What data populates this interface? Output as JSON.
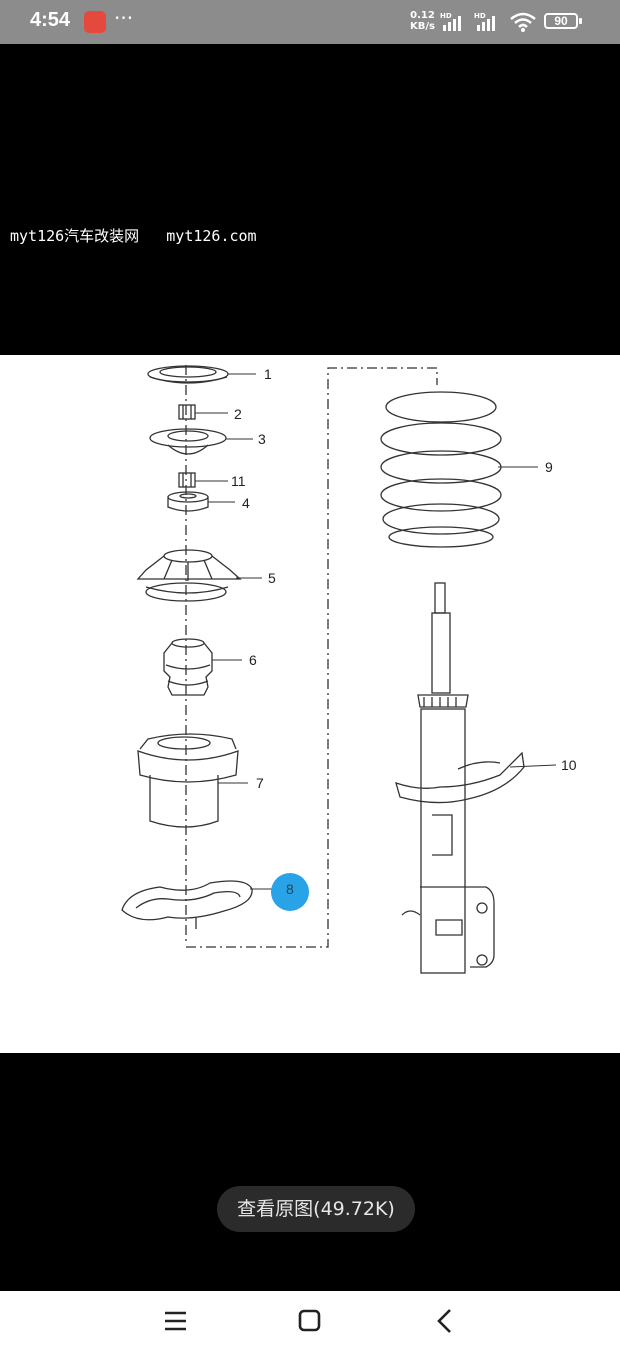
{
  "status_bar": {
    "time": "4:54",
    "more": "···",
    "net_speed_value": "0.12",
    "net_speed_unit": "KB/s",
    "signal1_label": "HD",
    "signal2_label": "HD",
    "battery": "90"
  },
  "watermark": {
    "text": "myt126汽车改装网   myt126.com"
  },
  "diagram": {
    "callouts": [
      "1",
      "2",
      "3",
      "11",
      "4",
      "5",
      "6",
      "7",
      "8",
      "9",
      "10"
    ],
    "highlight_color": "#29a3e8"
  },
  "view_original_button": "查看原图(49.72K)",
  "nav_icons": [
    "menu-icon",
    "home-icon",
    "back-icon"
  ]
}
